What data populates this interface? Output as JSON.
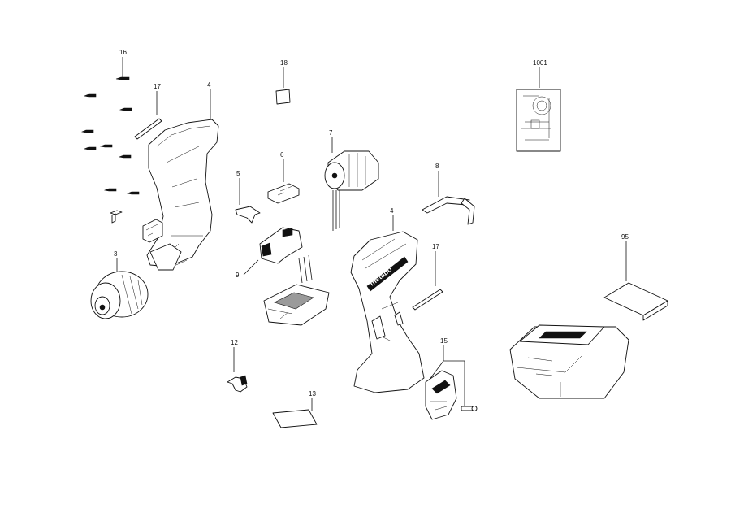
{
  "brand": "metabo",
  "labels": {
    "l16": "16",
    "l17a": "17",
    "l4a": "4",
    "l18": "18",
    "l1001": "1001",
    "l7": "7",
    "l6": "6",
    "l5": "5",
    "l8": "8",
    "l9": "9",
    "l3": "3",
    "l4b": "4",
    "l17b": "17",
    "l95": "95",
    "l12": "12",
    "l13": "13",
    "l15": "15"
  }
}
